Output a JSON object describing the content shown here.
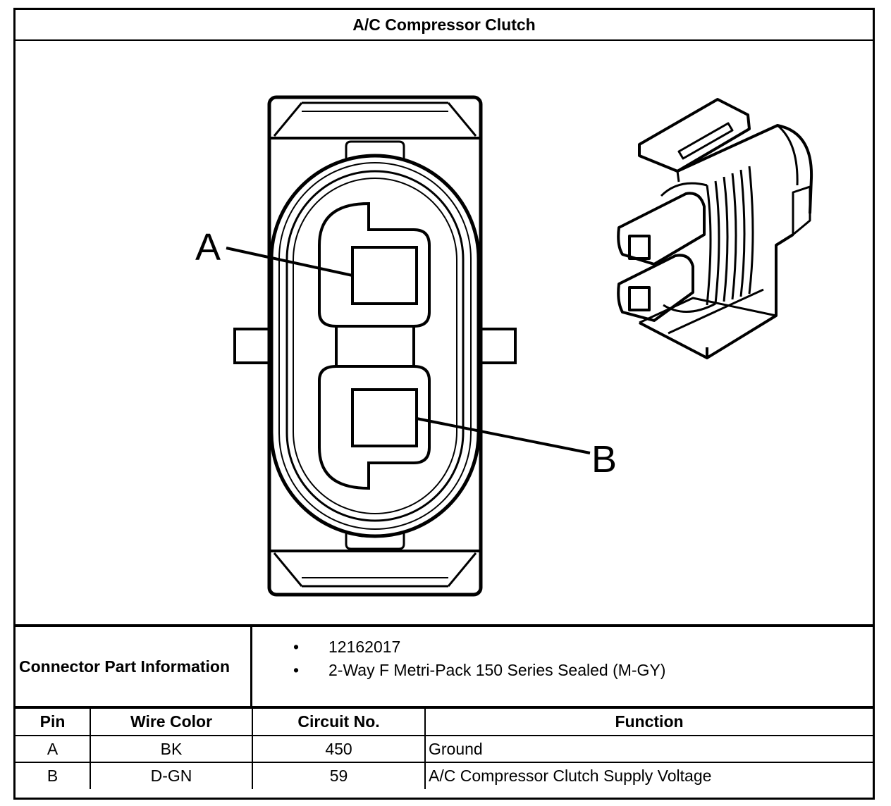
{
  "title": "A/C Compressor Clutch",
  "diagram": {
    "pin_labels": [
      "A",
      "B"
    ]
  },
  "connector_info": {
    "label": "Connector Part Information",
    "items": [
      "12162017",
      "2-Way F Metri-Pack 150 Series Sealed (M-GY)"
    ]
  },
  "pin_table": {
    "headers": [
      "Pin",
      "Wire Color",
      "Circuit No.",
      "Function"
    ],
    "rows": [
      [
        "A",
        "BK",
        "450",
        "Ground"
      ],
      [
        "B",
        "D-GN",
        "59",
        "A/C Compressor Clutch Supply Voltage"
      ]
    ]
  }
}
